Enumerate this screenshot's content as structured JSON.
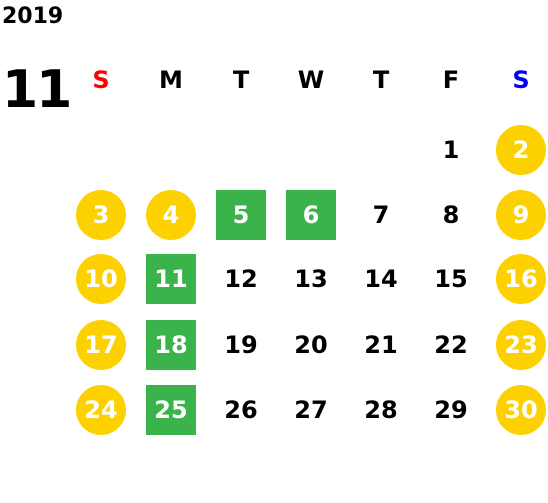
{
  "year": "2019",
  "month": "11",
  "weekday_headers": [
    {
      "label": "S",
      "color": "#ff0000"
    },
    {
      "label": "M",
      "color": "#000000"
    },
    {
      "label": "T",
      "color": "#000000"
    },
    {
      "label": "W",
      "color": "#000000"
    },
    {
      "label": "T",
      "color": "#000000"
    },
    {
      "label": "F",
      "color": "#000000"
    },
    {
      "label": "S",
      "color": "#0000ff"
    }
  ],
  "colors": {
    "weekend": "#fdd000",
    "highlight": "#3ab44a"
  },
  "days": [
    {
      "d": "1",
      "col": 5,
      "row": 0,
      "type": "normal"
    },
    {
      "d": "2",
      "col": 6,
      "row": 0,
      "type": "weekend"
    },
    {
      "d": "3",
      "col": 0,
      "row": 1,
      "type": "weekend"
    },
    {
      "d": "4",
      "col": 1,
      "row": 1,
      "type": "weekend"
    },
    {
      "d": "5",
      "col": 2,
      "row": 1,
      "type": "highlight"
    },
    {
      "d": "6",
      "col": 3,
      "row": 1,
      "type": "highlight"
    },
    {
      "d": "7",
      "col": 4,
      "row": 1,
      "type": "normal"
    },
    {
      "d": "8",
      "col": 5,
      "row": 1,
      "type": "normal"
    },
    {
      "d": "9",
      "col": 6,
      "row": 1,
      "type": "weekend"
    },
    {
      "d": "10",
      "col": 0,
      "row": 2,
      "type": "weekend"
    },
    {
      "d": "11",
      "col": 1,
      "row": 2,
      "type": "highlight"
    },
    {
      "d": "12",
      "col": 2,
      "row": 2,
      "type": "normal"
    },
    {
      "d": "13",
      "col": 3,
      "row": 2,
      "type": "normal"
    },
    {
      "d": "14",
      "col": 4,
      "row": 2,
      "type": "normal"
    },
    {
      "d": "15",
      "col": 5,
      "row": 2,
      "type": "normal"
    },
    {
      "d": "16",
      "col": 6,
      "row": 2,
      "type": "weekend"
    },
    {
      "d": "17",
      "col": 0,
      "row": 3,
      "type": "weekend"
    },
    {
      "d": "18",
      "col": 1,
      "row": 3,
      "type": "highlight"
    },
    {
      "d": "19",
      "col": 2,
      "row": 3,
      "type": "normal"
    },
    {
      "d": "20",
      "col": 3,
      "row": 3,
      "type": "normal"
    },
    {
      "d": "21",
      "col": 4,
      "row": 3,
      "type": "normal"
    },
    {
      "d": "22",
      "col": 5,
      "row": 3,
      "type": "normal"
    },
    {
      "d": "23",
      "col": 6,
      "row": 3,
      "type": "weekend"
    },
    {
      "d": "24",
      "col": 0,
      "row": 4,
      "type": "weekend"
    },
    {
      "d": "25",
      "col": 1,
      "row": 4,
      "type": "highlight"
    },
    {
      "d": "26",
      "col": 2,
      "row": 4,
      "type": "normal"
    },
    {
      "d": "27",
      "col": 3,
      "row": 4,
      "type": "normal"
    },
    {
      "d": "28",
      "col": 4,
      "row": 4,
      "type": "normal"
    },
    {
      "d": "29",
      "col": 5,
      "row": 4,
      "type": "normal"
    },
    {
      "d": "30",
      "col": 6,
      "row": 4,
      "type": "weekend"
    }
  ]
}
